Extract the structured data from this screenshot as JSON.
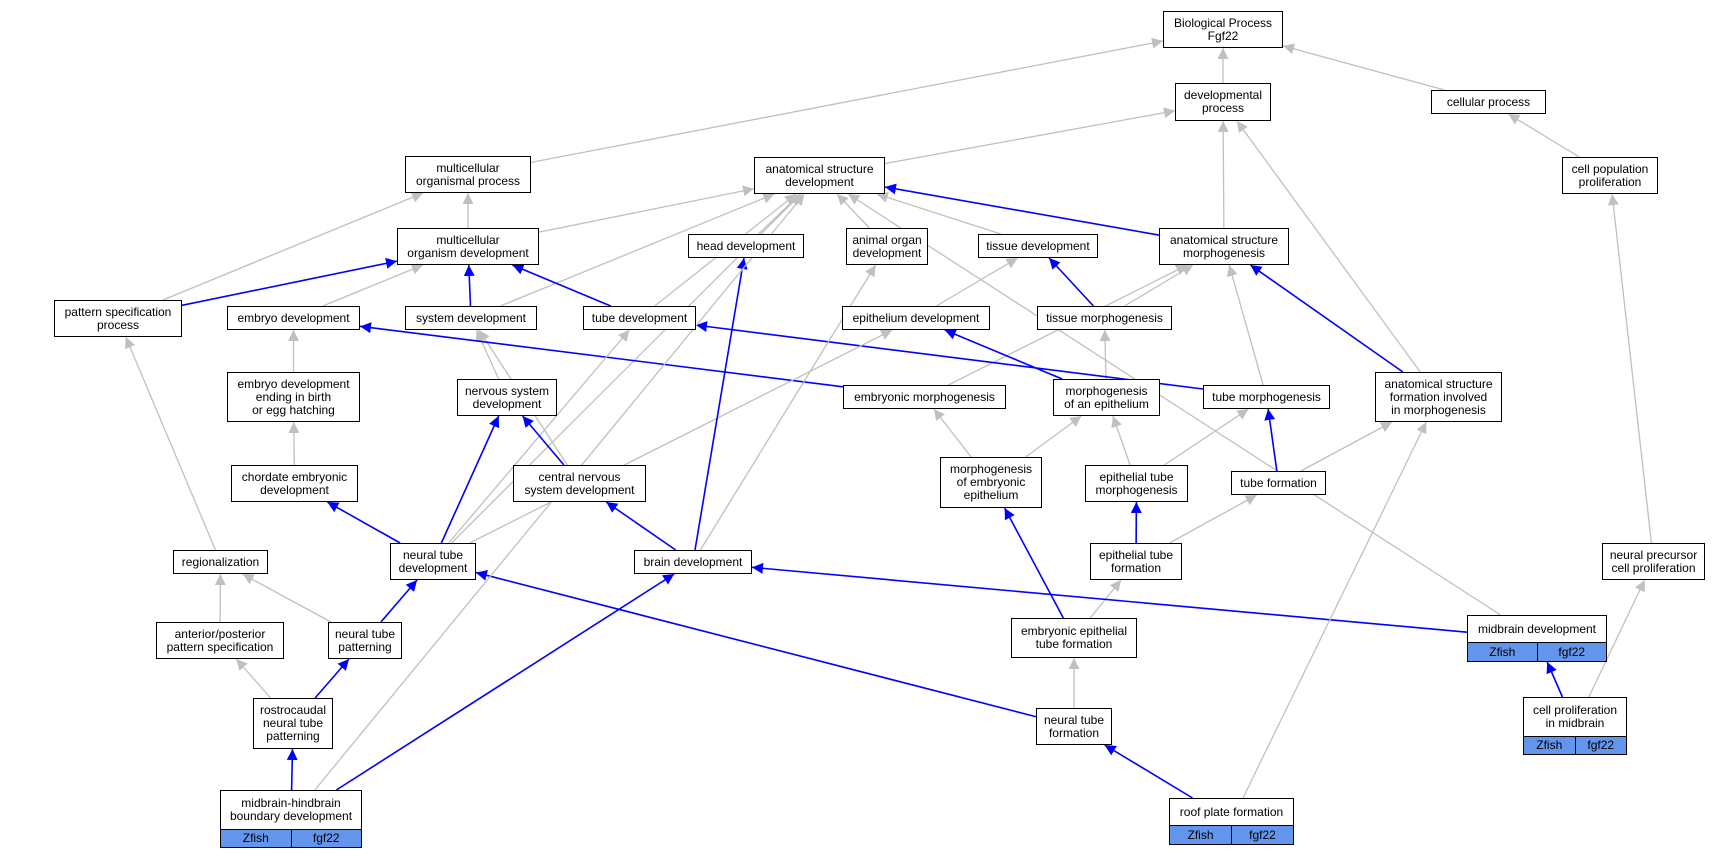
{
  "colors": {
    "is_a": "#c0c0c0",
    "part_of": "#0000ff",
    "annotation": "#6495ed"
  },
  "nodes": [
    {
      "id": "bp",
      "label": "Biological Process\nFgf22"
    },
    {
      "id": "dev",
      "label": "developmental\nprocess"
    },
    {
      "id": "cellproc",
      "label": "cellular process"
    },
    {
      "id": "mop",
      "label": "multicellular\norganismal process"
    },
    {
      "id": "asd",
      "label": "anatomical structure\ndevelopment"
    },
    {
      "id": "cpp",
      "label": "cell population\nproliferation"
    },
    {
      "id": "mod",
      "label": "multicellular\norganism development"
    },
    {
      "id": "head",
      "label": "head development"
    },
    {
      "id": "aod",
      "label": "animal organ\ndevelopment"
    },
    {
      "id": "tissue",
      "label": "tissue development"
    },
    {
      "id": "asm",
      "label": "anatomical structure\nmorphogenesis"
    },
    {
      "id": "psp",
      "label": "pattern specification\nprocess"
    },
    {
      "id": "embryo",
      "label": "embryo development"
    },
    {
      "id": "sysdev",
      "label": "system development"
    },
    {
      "id": "tubedev",
      "label": "tube development"
    },
    {
      "id": "epidev",
      "label": "epithelium development"
    },
    {
      "id": "tmorph",
      "label": "tissue morphogenesis"
    },
    {
      "id": "edbirth",
      "label": "embryo development\nending in birth\nor egg hatching"
    },
    {
      "id": "nsd",
      "label": "nervous system\ndevelopment"
    },
    {
      "id": "emorph",
      "label": "embryonic morphogenesis"
    },
    {
      "id": "moe",
      "label": "morphogenesis\nof an epithelium"
    },
    {
      "id": "tubemorph",
      "label": "tube morphogenesis"
    },
    {
      "id": "asfim",
      "label": "anatomical structure\nformation involved\nin morphogenesis"
    },
    {
      "id": "chordate",
      "label": "chordate embryonic\ndevelopment"
    },
    {
      "id": "cnsd",
      "label": "central nervous\nsystem development"
    },
    {
      "id": "moee",
      "label": "morphogenesis\nof embryonic\nepithelium"
    },
    {
      "id": "etm",
      "label": "epithelial tube\nmorphogenesis"
    },
    {
      "id": "tubeform",
      "label": "tube formation"
    },
    {
      "id": "region",
      "label": "regionalization"
    },
    {
      "id": "ntd",
      "label": "neural tube\ndevelopment"
    },
    {
      "id": "brain",
      "label": "brain development"
    },
    {
      "id": "etf",
      "label": "epithelial tube\nformation"
    },
    {
      "id": "npcp",
      "label": "neural precursor\ncell proliferation"
    },
    {
      "id": "aps",
      "label": "anterior/posterior\npattern specification"
    },
    {
      "id": "ntp",
      "label": "neural tube\npatterning"
    },
    {
      "id": "eetf",
      "label": "embryonic epithelial\ntube formation"
    },
    {
      "id": "midbrain",
      "label": "midbrain development",
      "species": "Zfish",
      "gene": "fgf22"
    },
    {
      "id": "rcnp",
      "label": "rostrocaudal\nneural tube\npatterning"
    },
    {
      "id": "cpmid",
      "label": "cell proliferation\nin midbrain",
      "species": "Zfish",
      "gene": "fgf22"
    },
    {
      "id": "ntf",
      "label": "neural tube\nformation"
    },
    {
      "id": "mhb",
      "label": "midbrain-hindbrain\nboundary development",
      "species": "Zfish",
      "gene": "fgf22"
    },
    {
      "id": "roof",
      "label": "roof plate formation",
      "species": "Zfish",
      "gene": "fgf22"
    }
  ],
  "edges": [
    [
      "dev",
      "bp",
      "is_a"
    ],
    [
      "cellproc",
      "bp",
      "is_a"
    ],
    [
      "mop",
      "bp",
      "is_a"
    ],
    [
      "asd",
      "dev",
      "is_a"
    ],
    [
      "asm",
      "dev",
      "is_a"
    ],
    [
      "asfim",
      "dev",
      "is_a"
    ],
    [
      "cpp",
      "cellproc",
      "is_a"
    ],
    [
      "npcp",
      "cpp",
      "is_a"
    ],
    [
      "cpmid",
      "npcp",
      "is_a"
    ],
    [
      "mod",
      "mop",
      "is_a"
    ],
    [
      "psp",
      "mop",
      "is_a"
    ],
    [
      "mod",
      "asd",
      "is_a"
    ],
    [
      "head",
      "asd",
      "is_a"
    ],
    [
      "aod",
      "asd",
      "is_a"
    ],
    [
      "tissue",
      "asd",
      "is_a"
    ],
    [
      "sysdev",
      "asd",
      "is_a"
    ],
    [
      "tubedev",
      "asd",
      "is_a"
    ],
    [
      "ntd",
      "asd",
      "is_a"
    ],
    [
      "midbrain",
      "asd",
      "is_a"
    ],
    [
      "asm",
      "asd",
      "part_of"
    ],
    [
      "psp",
      "mod",
      "part_of"
    ],
    [
      "embryo",
      "mod",
      "is_a"
    ],
    [
      "sysdev",
      "mod",
      "part_of"
    ],
    [
      "tubedev",
      "mod",
      "part_of"
    ],
    [
      "nsd",
      "sysdev",
      "is_a"
    ],
    [
      "cnsd",
      "sysdev",
      "is_a"
    ],
    [
      "epidev",
      "tissue",
      "is_a"
    ],
    [
      "tmorph",
      "tissue",
      "part_of"
    ],
    [
      "tmorph",
      "asm",
      "is_a"
    ],
    [
      "emorph",
      "asm",
      "is_a"
    ],
    [
      "tubemorph",
      "asm",
      "is_a"
    ],
    [
      "asfim",
      "asm",
      "part_of"
    ],
    [
      "edbirth",
      "embryo",
      "is_a"
    ],
    [
      "emorph",
      "embryo",
      "part_of"
    ],
    [
      "chordate",
      "edbirth",
      "is_a"
    ],
    [
      "moe",
      "epidev",
      "part_of"
    ],
    [
      "moe",
      "tmorph",
      "is_a"
    ],
    [
      "tubemorph",
      "tubedev",
      "part_of"
    ],
    [
      "tubeform",
      "tubemorph",
      "part_of"
    ],
    [
      "tubeform",
      "asfim",
      "is_a"
    ],
    [
      "moee",
      "emorph",
      "is_a"
    ],
    [
      "moee",
      "moe",
      "is_a"
    ],
    [
      "etm",
      "moe",
      "is_a"
    ],
    [
      "etm",
      "tubemorph",
      "is_a"
    ],
    [
      "etf",
      "etm",
      "part_of"
    ],
    [
      "etf",
      "tubeform",
      "is_a"
    ],
    [
      "ntd",
      "chordate",
      "part_of"
    ],
    [
      "ntd",
      "nsd",
      "part_of"
    ],
    [
      "ntd",
      "tubedev",
      "is_a"
    ],
    [
      "ntd",
      "epidev",
      "is_a"
    ],
    [
      "cnsd",
      "nsd",
      "part_of"
    ],
    [
      "brain",
      "cnsd",
      "part_of"
    ],
    [
      "brain",
      "head",
      "part_of"
    ],
    [
      "brain",
      "aod",
      "is_a"
    ],
    [
      "eetf",
      "moee",
      "part_of"
    ],
    [
      "eetf",
      "etf",
      "is_a"
    ],
    [
      "region",
      "psp",
      "is_a"
    ],
    [
      "aps",
      "region",
      "is_a"
    ],
    [
      "ntp",
      "region",
      "is_a"
    ],
    [
      "ntp",
      "ntd",
      "part_of"
    ],
    [
      "rcnp",
      "aps",
      "is_a"
    ],
    [
      "rcnp",
      "ntp",
      "part_of"
    ],
    [
      "midbrain",
      "brain",
      "part_of"
    ],
    [
      "cpmid",
      "midbrain",
      "part_of"
    ],
    [
      "ntf",
      "eetf",
      "is_a"
    ],
    [
      "ntf",
      "ntd",
      "part_of"
    ],
    [
      "mhb",
      "rcnp",
      "part_of"
    ],
    [
      "mhb",
      "brain",
      "part_of"
    ],
    [
      "mhb",
      "asd",
      "is_a"
    ],
    [
      "roof",
      "ntf",
      "part_of"
    ],
    [
      "roof",
      "asfim",
      "is_a"
    ]
  ]
}
